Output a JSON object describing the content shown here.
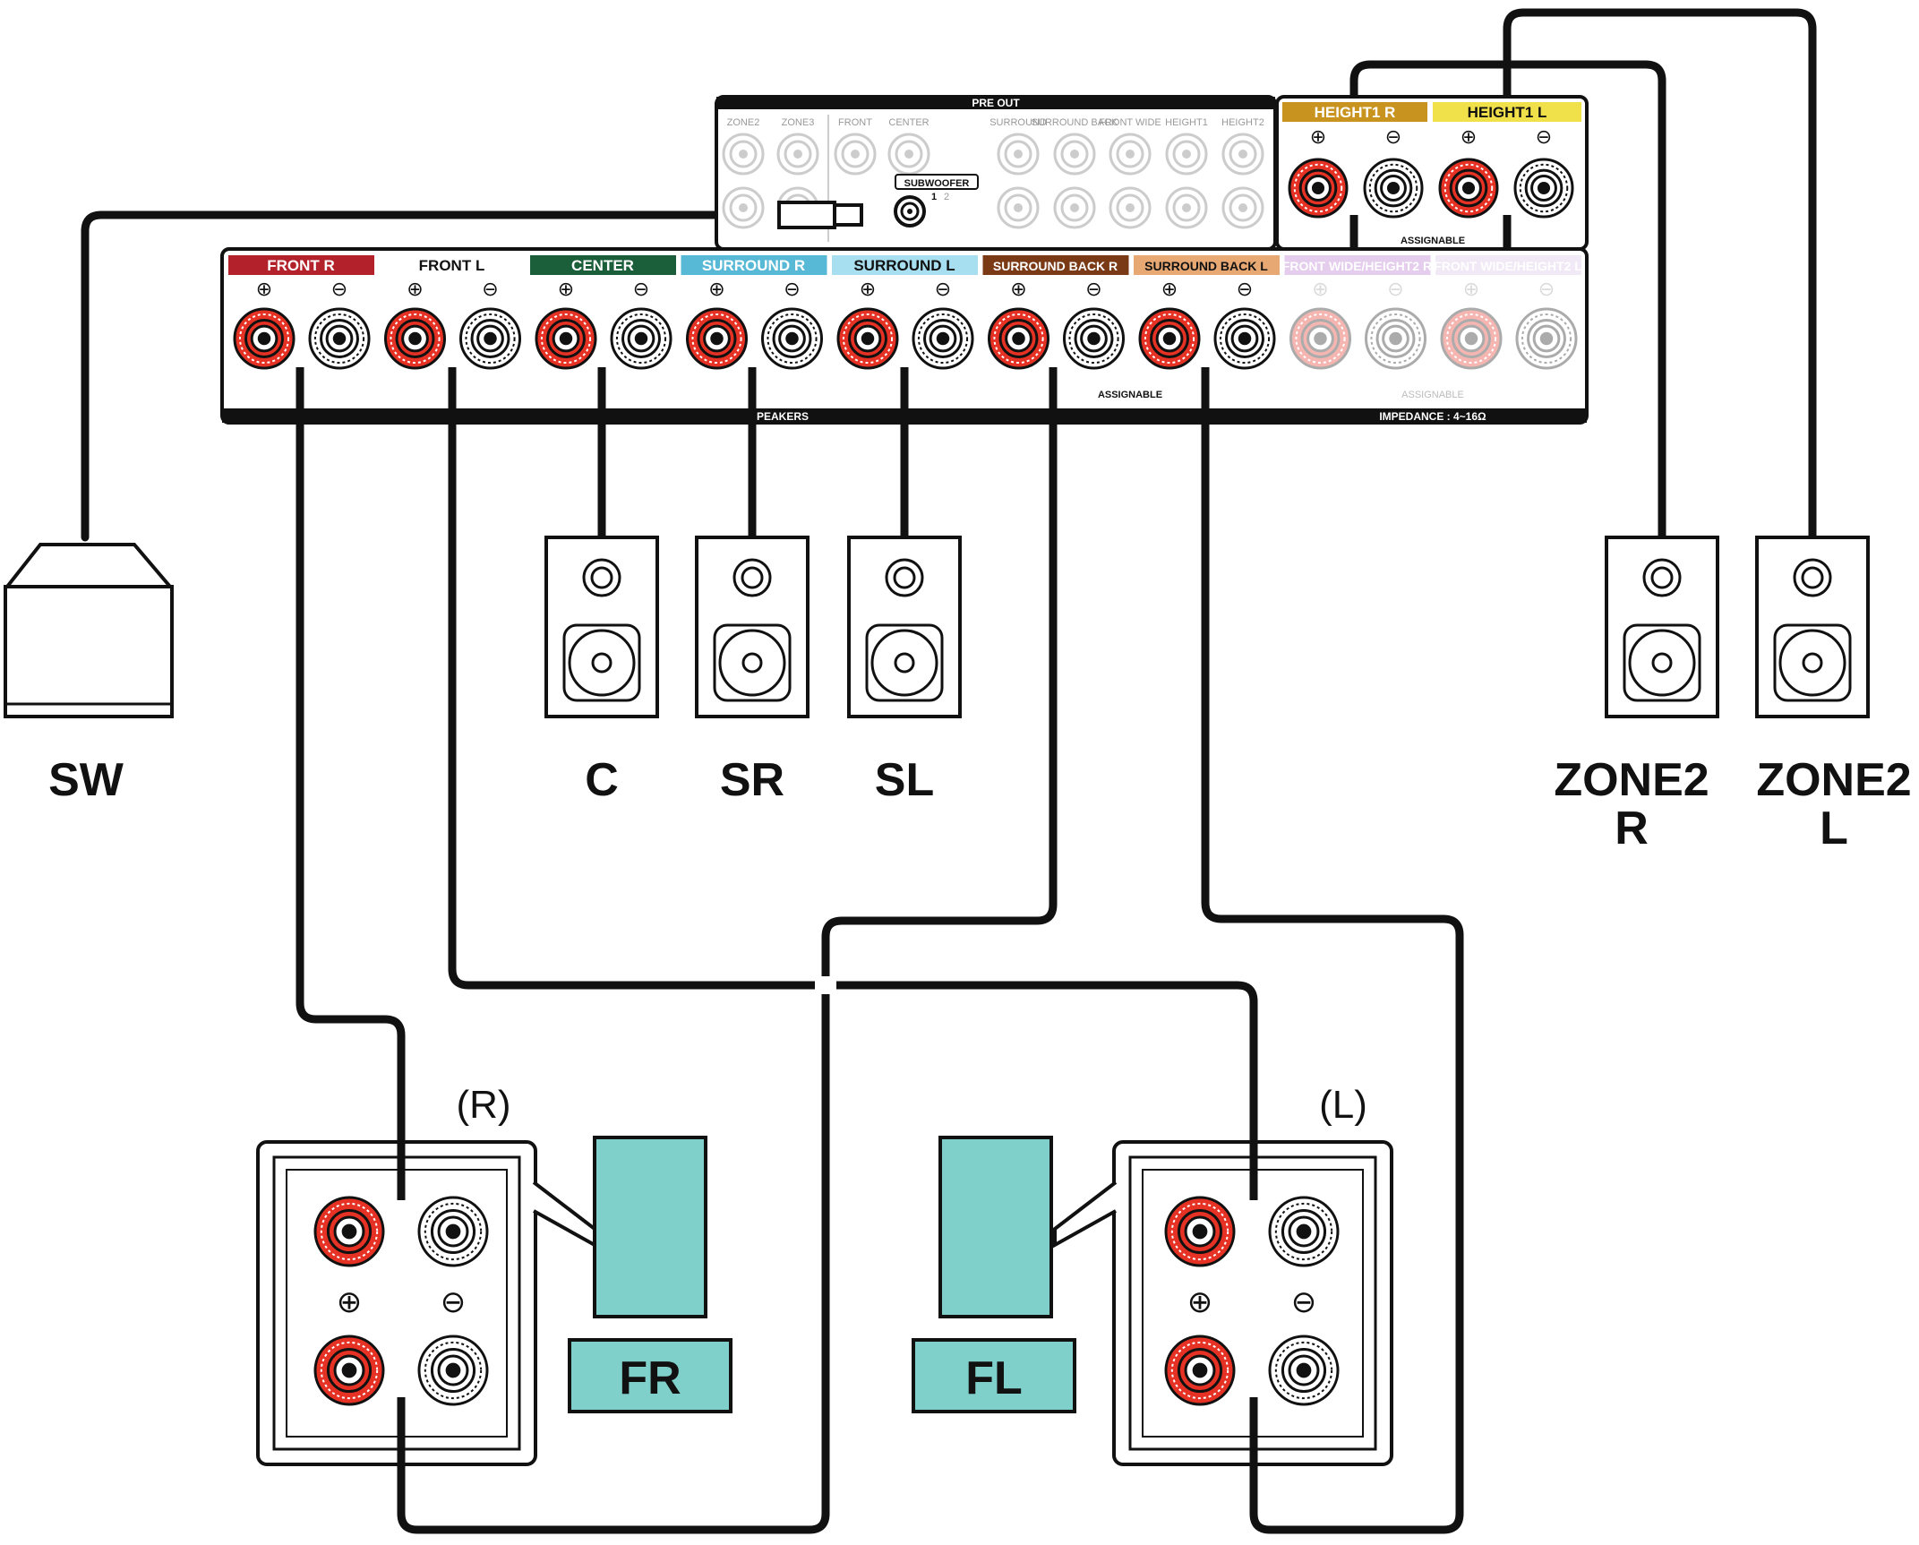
{
  "pre_out": {
    "title": "PRE OUT",
    "columns": [
      "ZONE2",
      "ZONE3",
      "FRONT",
      "CENTER",
      "SURROUND",
      "SURROUND BACK",
      "FRONT WIDE",
      "HEIGHT1",
      "HEIGHT2"
    ],
    "subwoofer_label": "SUBWOOFER",
    "subwoofer_nums": [
      "1",
      "2"
    ]
  },
  "height_block": {
    "tab_r": "HEIGHT1 R",
    "tab_l": "HEIGHT1 L",
    "assignable": "ASSIGNABLE",
    "color": "#c8941f",
    "color_l": "#f0e04a"
  },
  "speaker_terminals": {
    "tabs": [
      {
        "text": "FRONT R",
        "color": "#b3222a",
        "text_color": "#ffffff"
      },
      {
        "text": "FRONT L",
        "color": "#ffffff",
        "text_color": "#111111"
      },
      {
        "text": "CENTER",
        "color": "#1a5e3a",
        "text_color": "#ffffff"
      },
      {
        "text": "SURROUND R",
        "color": "#58b9d6",
        "text_color": "#ffffff"
      },
      {
        "text": "SURROUND L",
        "color": "#a8dff0",
        "text_color": "#111111"
      },
      {
        "text": "SURROUND BACK R",
        "color": "#7a3a16",
        "text_color": "#ffffff"
      },
      {
        "text": "SURROUND BACK L",
        "color": "#e8a874",
        "text_color": "#111111"
      },
      {
        "text": "FRONT WIDE/HEIGHT2 R",
        "color": "#d9b8e6",
        "text_color": "#ffffff"
      },
      {
        "text": "FRONT WIDE/HEIGHT2 L",
        "color": "#ece0f2",
        "text_color": "#ffffff"
      }
    ],
    "assignable_1": "ASSIGNABLE",
    "assignable_2": "ASSIGNABLE",
    "speakers_label": "SPEAKERS",
    "impedance": "IMPEDANCE : 4~16Ω"
  },
  "labels": {
    "sw": "SW",
    "c": "C",
    "sr": "SR",
    "sl": "SL",
    "zone2_r_top": "ZONE2",
    "zone2_r_bottom": "R",
    "zone2_l_top": "ZONE2",
    "zone2_l_bottom": "L",
    "fr": "FR",
    "fl": "FL",
    "r_paren": "(R)",
    "l_paren": "(L)"
  },
  "colors": {
    "terminal_red": "#e53224",
    "front_speaker": "#7fcfca",
    "wire": "#111111"
  }
}
